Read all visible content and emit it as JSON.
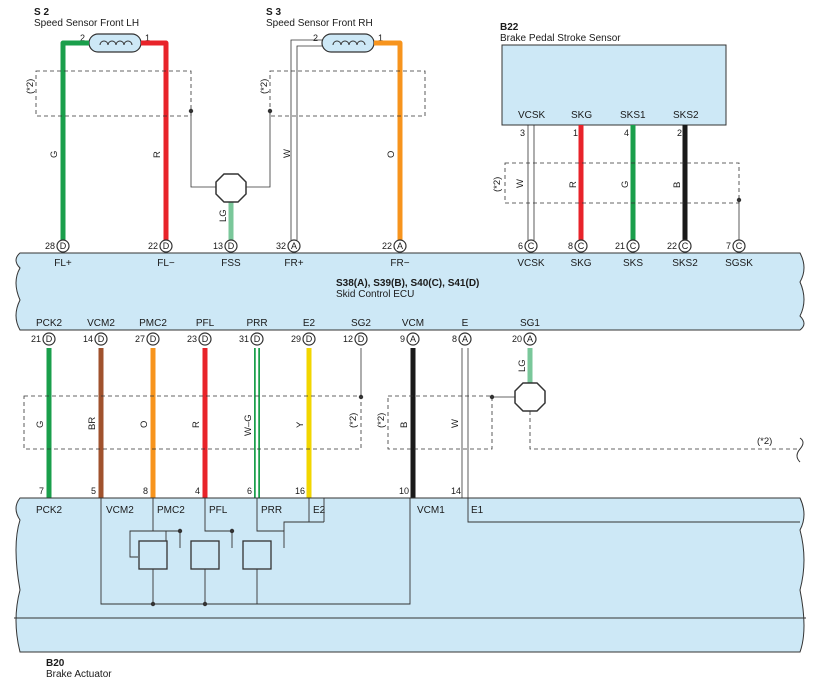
{
  "colors": {
    "G": "#1a9f4b",
    "R": "#e8232a",
    "W": "#ffffff",
    "O": "#f7941d",
    "BR": "#a0522d",
    "Y": "#f2d600",
    "B": "#1a1a1a",
    "LG": "#7ac79a",
    "box": "#cde8f6"
  },
  "components": {
    "s2": {
      "id": "S 2",
      "name": "Speed Sensor Front LH"
    },
    "s3": {
      "id": "S 3",
      "name": "Speed Sensor Front RH"
    },
    "b22": {
      "id": "B22",
      "name": "Brake Pedal Stroke Sensor"
    },
    "ecu": {
      "title": "S38(A), S39(B), S40(C), S41(D)",
      "name": "Skid Control ECU"
    },
    "b20": {
      "id": "B20",
      "name": "Brake Actuator"
    }
  },
  "shield_note": "(*2)",
  "s2_pins": [
    "2",
    "1"
  ],
  "s3_pins": [
    "2",
    "1"
  ],
  "b22_pins": [
    {
      "label": "VCSK",
      "pin": "3"
    },
    {
      "label": "SKG",
      "pin": "1"
    },
    {
      "label": "SKS1",
      "pin": "4"
    },
    {
      "label": "SKS2",
      "pin": "2"
    }
  ],
  "ecu_top_pins": [
    {
      "num": "28",
      "conn": "D",
      "label": "FL+"
    },
    {
      "num": "22",
      "conn": "D",
      "label": "FL−"
    },
    {
      "num": "13",
      "conn": "D",
      "label": "FSS"
    },
    {
      "num": "32",
      "conn": "A",
      "label": "FR+"
    },
    {
      "num": "22",
      "conn": "A",
      "label": "FR−"
    },
    {
      "num": "6",
      "conn": "C",
      "label": "VCSK"
    },
    {
      "num": "8",
      "conn": "C",
      "label": "SKG"
    },
    {
      "num": "21",
      "conn": "C",
      "label": "SKS"
    },
    {
      "num": "22",
      "conn": "C",
      "label": "SKS2"
    },
    {
      "num": "7",
      "conn": "C",
      "label": "SGSK"
    }
  ],
  "ecu_bottom_pins": [
    {
      "num": "21",
      "conn": "D",
      "label": "PCK2"
    },
    {
      "num": "14",
      "conn": "D",
      "label": "VCM2"
    },
    {
      "num": "27",
      "conn": "D",
      "label": "PMC2"
    },
    {
      "num": "23",
      "conn": "D",
      "label": "PFL"
    },
    {
      "num": "31",
      "conn": "D",
      "label": "PRR"
    },
    {
      "num": "29",
      "conn": "D",
      "label": "E2"
    },
    {
      "num": "12",
      "conn": "D",
      "label": "SG2"
    },
    {
      "num": "9",
      "conn": "A",
      "label": "VCM"
    },
    {
      "num": "8",
      "conn": "A",
      "label": "E"
    },
    {
      "num": "20",
      "conn": "A",
      "label": "SG1"
    }
  ],
  "wire_colors": {
    "top": [
      "G",
      "R",
      "LG",
      "W",
      "O",
      "W",
      "R",
      "G",
      "B"
    ],
    "bottom": [
      "G",
      "BR",
      "O",
      "R",
      "W–G",
      "Y",
      "B",
      "W",
      "LG"
    ]
  },
  "actuator_pins": [
    {
      "num": "7",
      "label": "PCK2"
    },
    {
      "num": "5",
      "label": "VCM2"
    },
    {
      "num": "8",
      "label": "PMC2"
    },
    {
      "num": "4",
      "label": "PFL"
    },
    {
      "num": "6",
      "label": "PRR"
    },
    {
      "num": "16",
      "label": "E2"
    },
    {
      "num": "10",
      "label": "VCM1"
    },
    {
      "num": "14",
      "label": "E1"
    }
  ]
}
